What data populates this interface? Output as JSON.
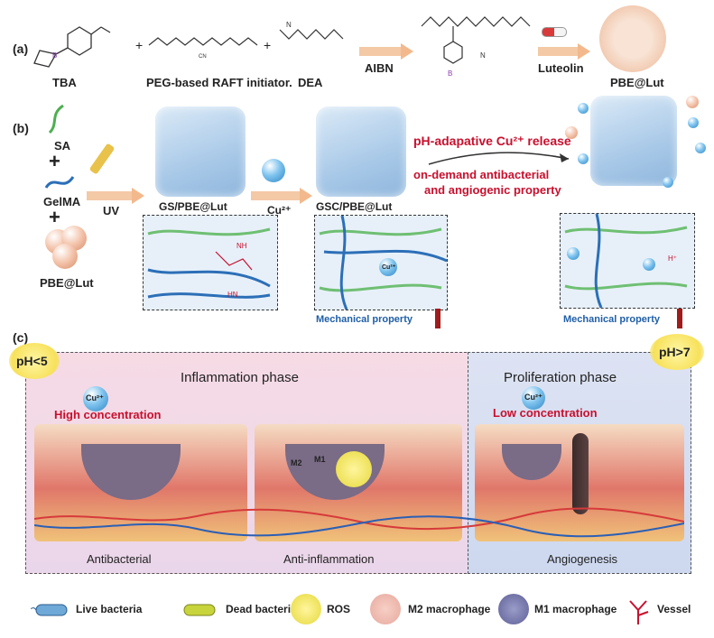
{
  "panel_a": {
    "label": "(a)",
    "tba": "TBA",
    "peg": "PEG-based RAFT initiator.",
    "dea": "DEA",
    "aibn": "AIBN",
    "luteolin": "Luteolin",
    "product": "PBE@Lut",
    "plus": "+"
  },
  "panel_b": {
    "label": "(b)",
    "sa": "SA",
    "gelma": "GelMA",
    "pbe": "PBE@Lut",
    "uv": "UV",
    "cu": "Cu²⁺",
    "gs": "GS/PBE@Lut",
    "gsc": "GSC/PBE@Lut",
    "release": "pH-adapative Cu²⁺ release",
    "on_demand_1": "on-demand antibacterial",
    "on_demand_2": "and angiogenic property",
    "mech1": "Mechanical property",
    "mech2": "Mechanical property",
    "nh1": "NH",
    "nh2": "HN",
    "cu_bead": "Cu²⁺",
    "plus": "+",
    "h_plus": "H⁺"
  },
  "panel_c": {
    "label": "(c)",
    "ph_low": "pH<5",
    "ph_high": "pH>7",
    "inflammation": "Inflammation phase",
    "proliferation": "Proliferation phase",
    "high_conc": "High concentration",
    "low_conc": "Low concentration",
    "cu": "Cu²⁺",
    "antibacterial": "Antibacterial",
    "anti_inflammation": "Anti-inflammation",
    "angiogenesis": "Angiogenesis",
    "m2": "M2",
    "m1": "M1"
  },
  "legend": {
    "live": "Live bacteria",
    "dead": "Dead bacteria",
    "ros": "ROS",
    "m2": "M2 macrophage",
    "m1": "M1 macrophage",
    "vessel": "Vessel"
  },
  "colors": {
    "accent_red": "#c8102e",
    "accent_blue": "#1f5fa8",
    "arrow": "#f3b98c"
  }
}
